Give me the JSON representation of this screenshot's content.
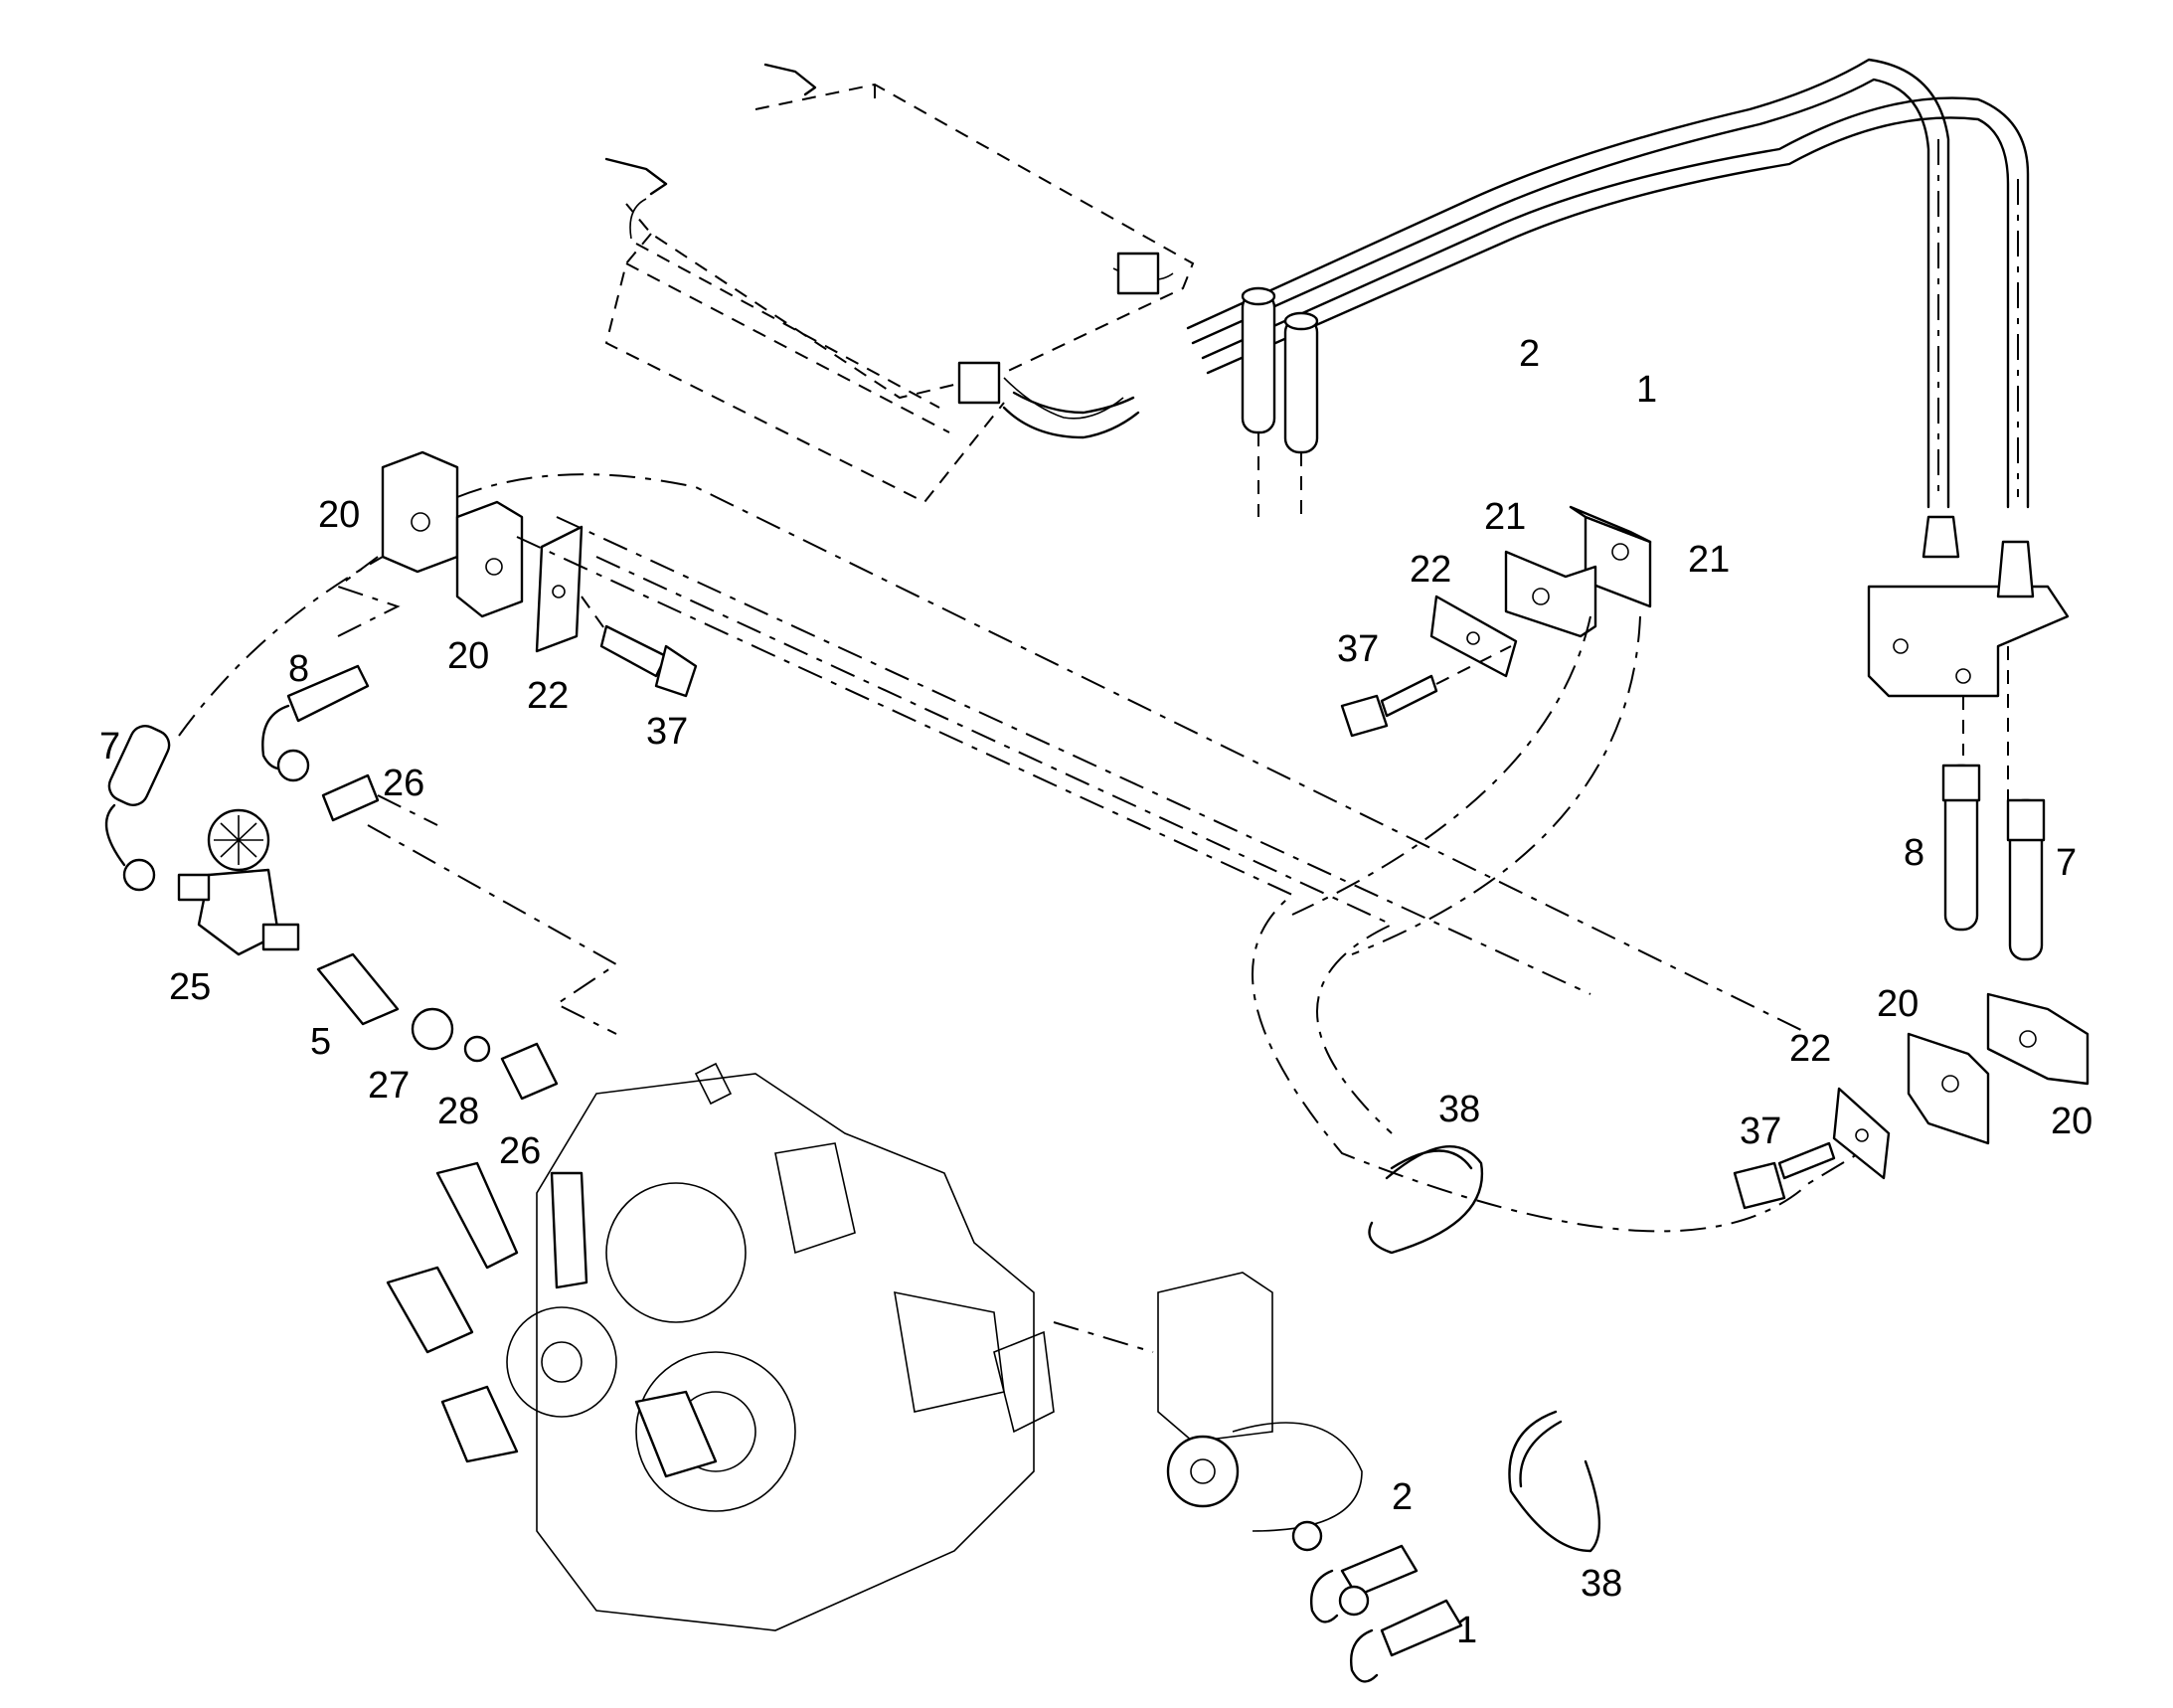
{
  "callouts": [
    {
      "id": "c-2-top",
      "text": "2"
    },
    {
      "id": "c-1-top",
      "text": "1"
    },
    {
      "id": "c-20-left-a",
      "text": "20"
    },
    {
      "id": "c-20-left-b",
      "text": "20"
    },
    {
      "id": "c-22-left",
      "text": "22"
    },
    {
      "id": "c-37-left",
      "text": "37"
    },
    {
      "id": "c-21-a",
      "text": "21"
    },
    {
      "id": "c-21-b",
      "text": "21"
    },
    {
      "id": "c-22-mid",
      "text": "22"
    },
    {
      "id": "c-37-mid",
      "text": "37"
    },
    {
      "id": "c-8-left",
      "text": "8"
    },
    {
      "id": "c-7-left",
      "text": "7"
    },
    {
      "id": "c-26-a",
      "text": "26"
    },
    {
      "id": "c-25",
      "text": "25"
    },
    {
      "id": "c-5",
      "text": "5"
    },
    {
      "id": "c-27",
      "text": "27"
    },
    {
      "id": "c-28",
      "text": "28"
    },
    {
      "id": "c-26-b",
      "text": "26"
    },
    {
      "id": "c-8-right",
      "text": "8"
    },
    {
      "id": "c-7-right",
      "text": "7"
    },
    {
      "id": "c-20-right-a",
      "text": "20"
    },
    {
      "id": "c-20-right-b",
      "text": "20"
    },
    {
      "id": "c-22-right",
      "text": "22"
    },
    {
      "id": "c-37-right",
      "text": "37"
    },
    {
      "id": "c-38-a",
      "text": "38"
    },
    {
      "id": "c-38-b",
      "text": "38"
    },
    {
      "id": "c-2-bottom",
      "text": "2"
    },
    {
      "id": "c-1-bottom",
      "text": "1"
    }
  ]
}
